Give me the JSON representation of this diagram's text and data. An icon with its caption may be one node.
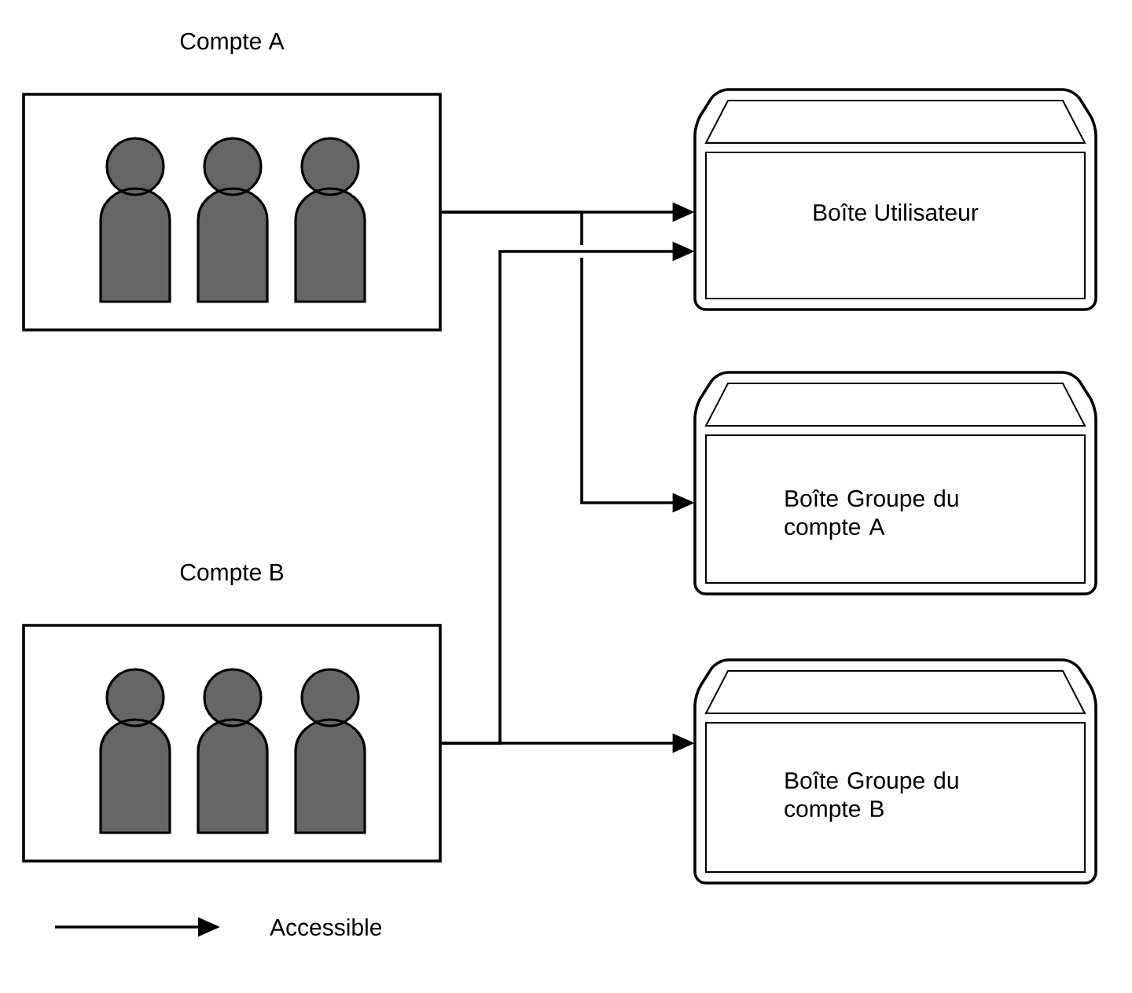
{
  "diagram": {
    "nodes": [
      {
        "text": [
          "Compte A"
        ]
      },
      {
        "text": [
          "Compte B"
        ]
      },
      {
        "text": [
          "Boîte Utilisateur"
        ]
      },
      {
        "text": [
          "Boîte Groupe du compte A"
        ]
      },
      {
        "text": [
          "Boîte Groupe du compte B"
        ]
      }
    ],
    "edges": [
      {
        "from": 0,
        "to": 2,
        "arrow": "to"
      },
      {
        "from": 0,
        "to": 3,
        "arrow": "to"
      },
      {
        "from": 1,
        "to": 2,
        "arrow": "to"
      },
      {
        "from": 1,
        "to": 4,
        "arrow": "to"
      }
    ],
    "legend": [
      {
        "text": "Accessible"
      }
    ]
  }
}
